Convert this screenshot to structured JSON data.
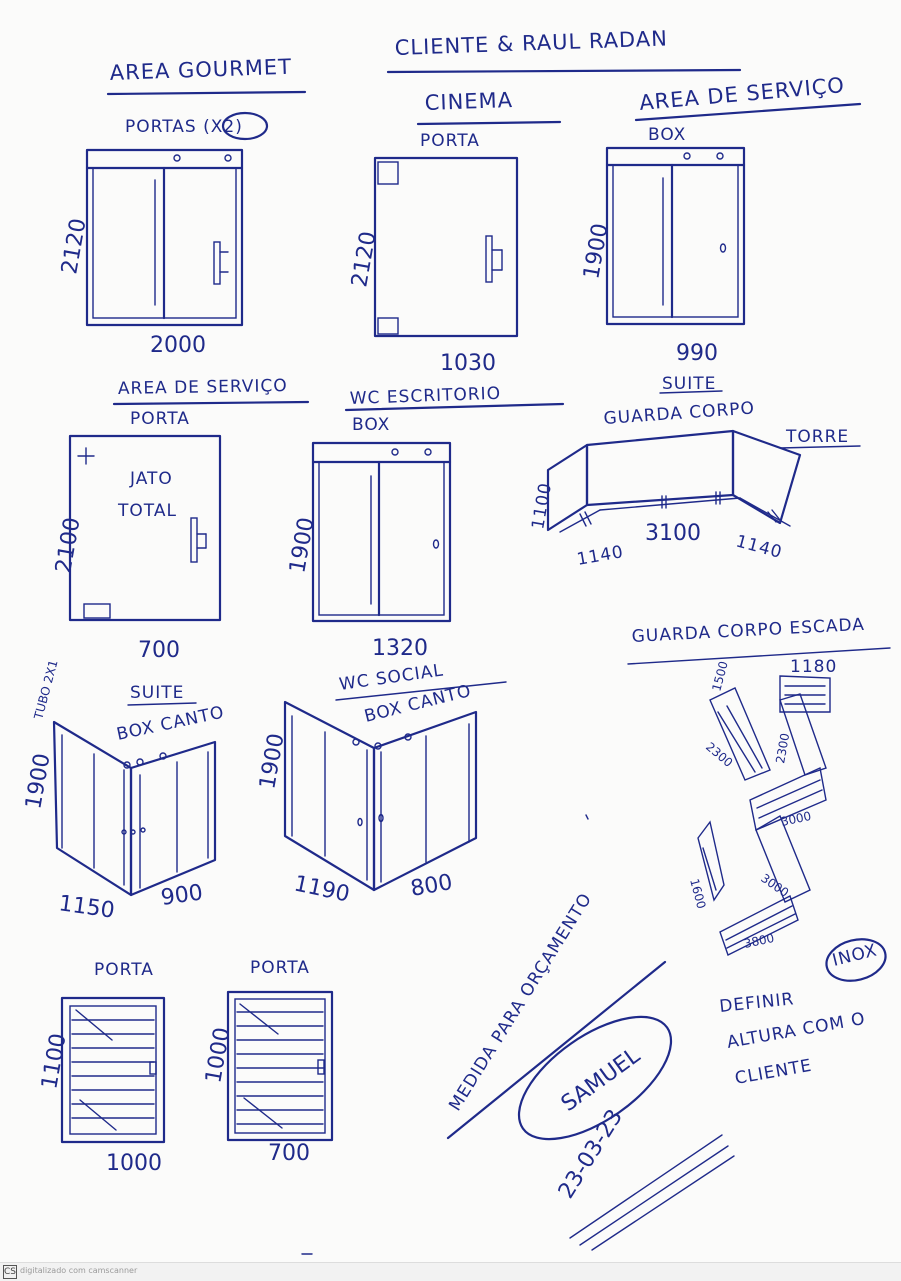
{
  "header": {
    "client": "CLIENTE & RAUL RADAN"
  },
  "colors": {
    "ink": "#1f2a8a",
    "paper": "#fbfbfa"
  },
  "items": {
    "area_gourmet": {
      "title": "AREA GOURMET",
      "subtitle": "PORTAS (X2)",
      "height": "2120",
      "width": "2000"
    },
    "cinema": {
      "title": "CINEMA",
      "subtitle": "PORTA",
      "height": "2120",
      "width": "1030"
    },
    "area_servico_box": {
      "title": "AREA DE SERVIÇO",
      "subtitle": "BOX",
      "height": "1900",
      "width": "990"
    },
    "area_servico_porta": {
      "title": "AREA DE SERVIÇO",
      "subtitle": "PORTA",
      "note_line1": "JATO",
      "note_line2": "TOTAL",
      "height": "2100",
      "width": "700"
    },
    "wc_escritorio": {
      "title": "WC ESCRITORIO",
      "subtitle": "BOX",
      "height": "1900",
      "width": "1320"
    },
    "suite_guarda": {
      "title": "SUITE",
      "subtitle": "GUARDA CORPO",
      "note": "TORRE",
      "height": "1100",
      "w_left": "1140",
      "w_mid": "3100",
      "w_right": "1140"
    },
    "suite_box_canto": {
      "title": "SUITE",
      "subtitle": "BOX CANTO",
      "tube": "TUBO 2X1",
      "height": "1900",
      "w_left": "1150",
      "w_right": "900"
    },
    "wc_social": {
      "title": "WC SOCIAL",
      "subtitle": "BOX CANTO",
      "height": "1900",
      "w_left": "1190",
      "w_right": "800"
    },
    "porta_1": {
      "title": "PORTA",
      "height": "1100",
      "width": "1000"
    },
    "porta_2": {
      "title": "PORTA",
      "height": "1000",
      "width": "700"
    },
    "escada": {
      "title": "GUARDA CORPO ESCADA",
      "d1": "1500",
      "d2": "1180",
      "d3": "2300",
      "d4": "2300",
      "d5": "3000",
      "d6": "3000",
      "d7": "1600",
      "d8": "3800"
    }
  },
  "notes": {
    "definir_line1": "DEFINIR",
    "definir_line2": "ALTURA COM O",
    "definir_line3": "CLIENTE",
    "inox": "INOX",
    "medida": "MEDIDA PARA ORÇAMENTO",
    "signature": "SAMUEL",
    "date": "23-03-23"
  },
  "footer": {
    "logo": "CS",
    "text": "digitalizado com camscanner"
  }
}
